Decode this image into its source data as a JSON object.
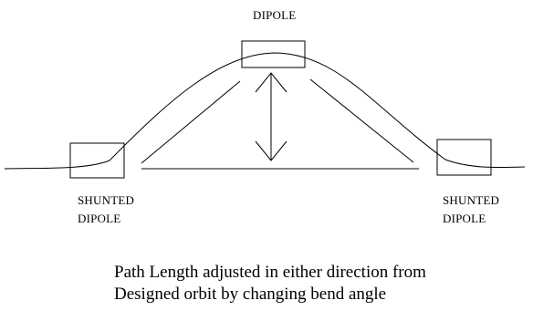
{
  "labels": {
    "top_dipole": "DIPOLE",
    "left_dipole_line1": "SHUNTED",
    "left_dipole_line2": "DIPOLE",
    "right_dipole_line1": "SHUNTED",
    "right_dipole_line2": "DIPOLE"
  },
  "caption": {
    "line1": "Path Length adjusted in either direction from",
    "line2": "Designed orbit by changing bend angle"
  }
}
